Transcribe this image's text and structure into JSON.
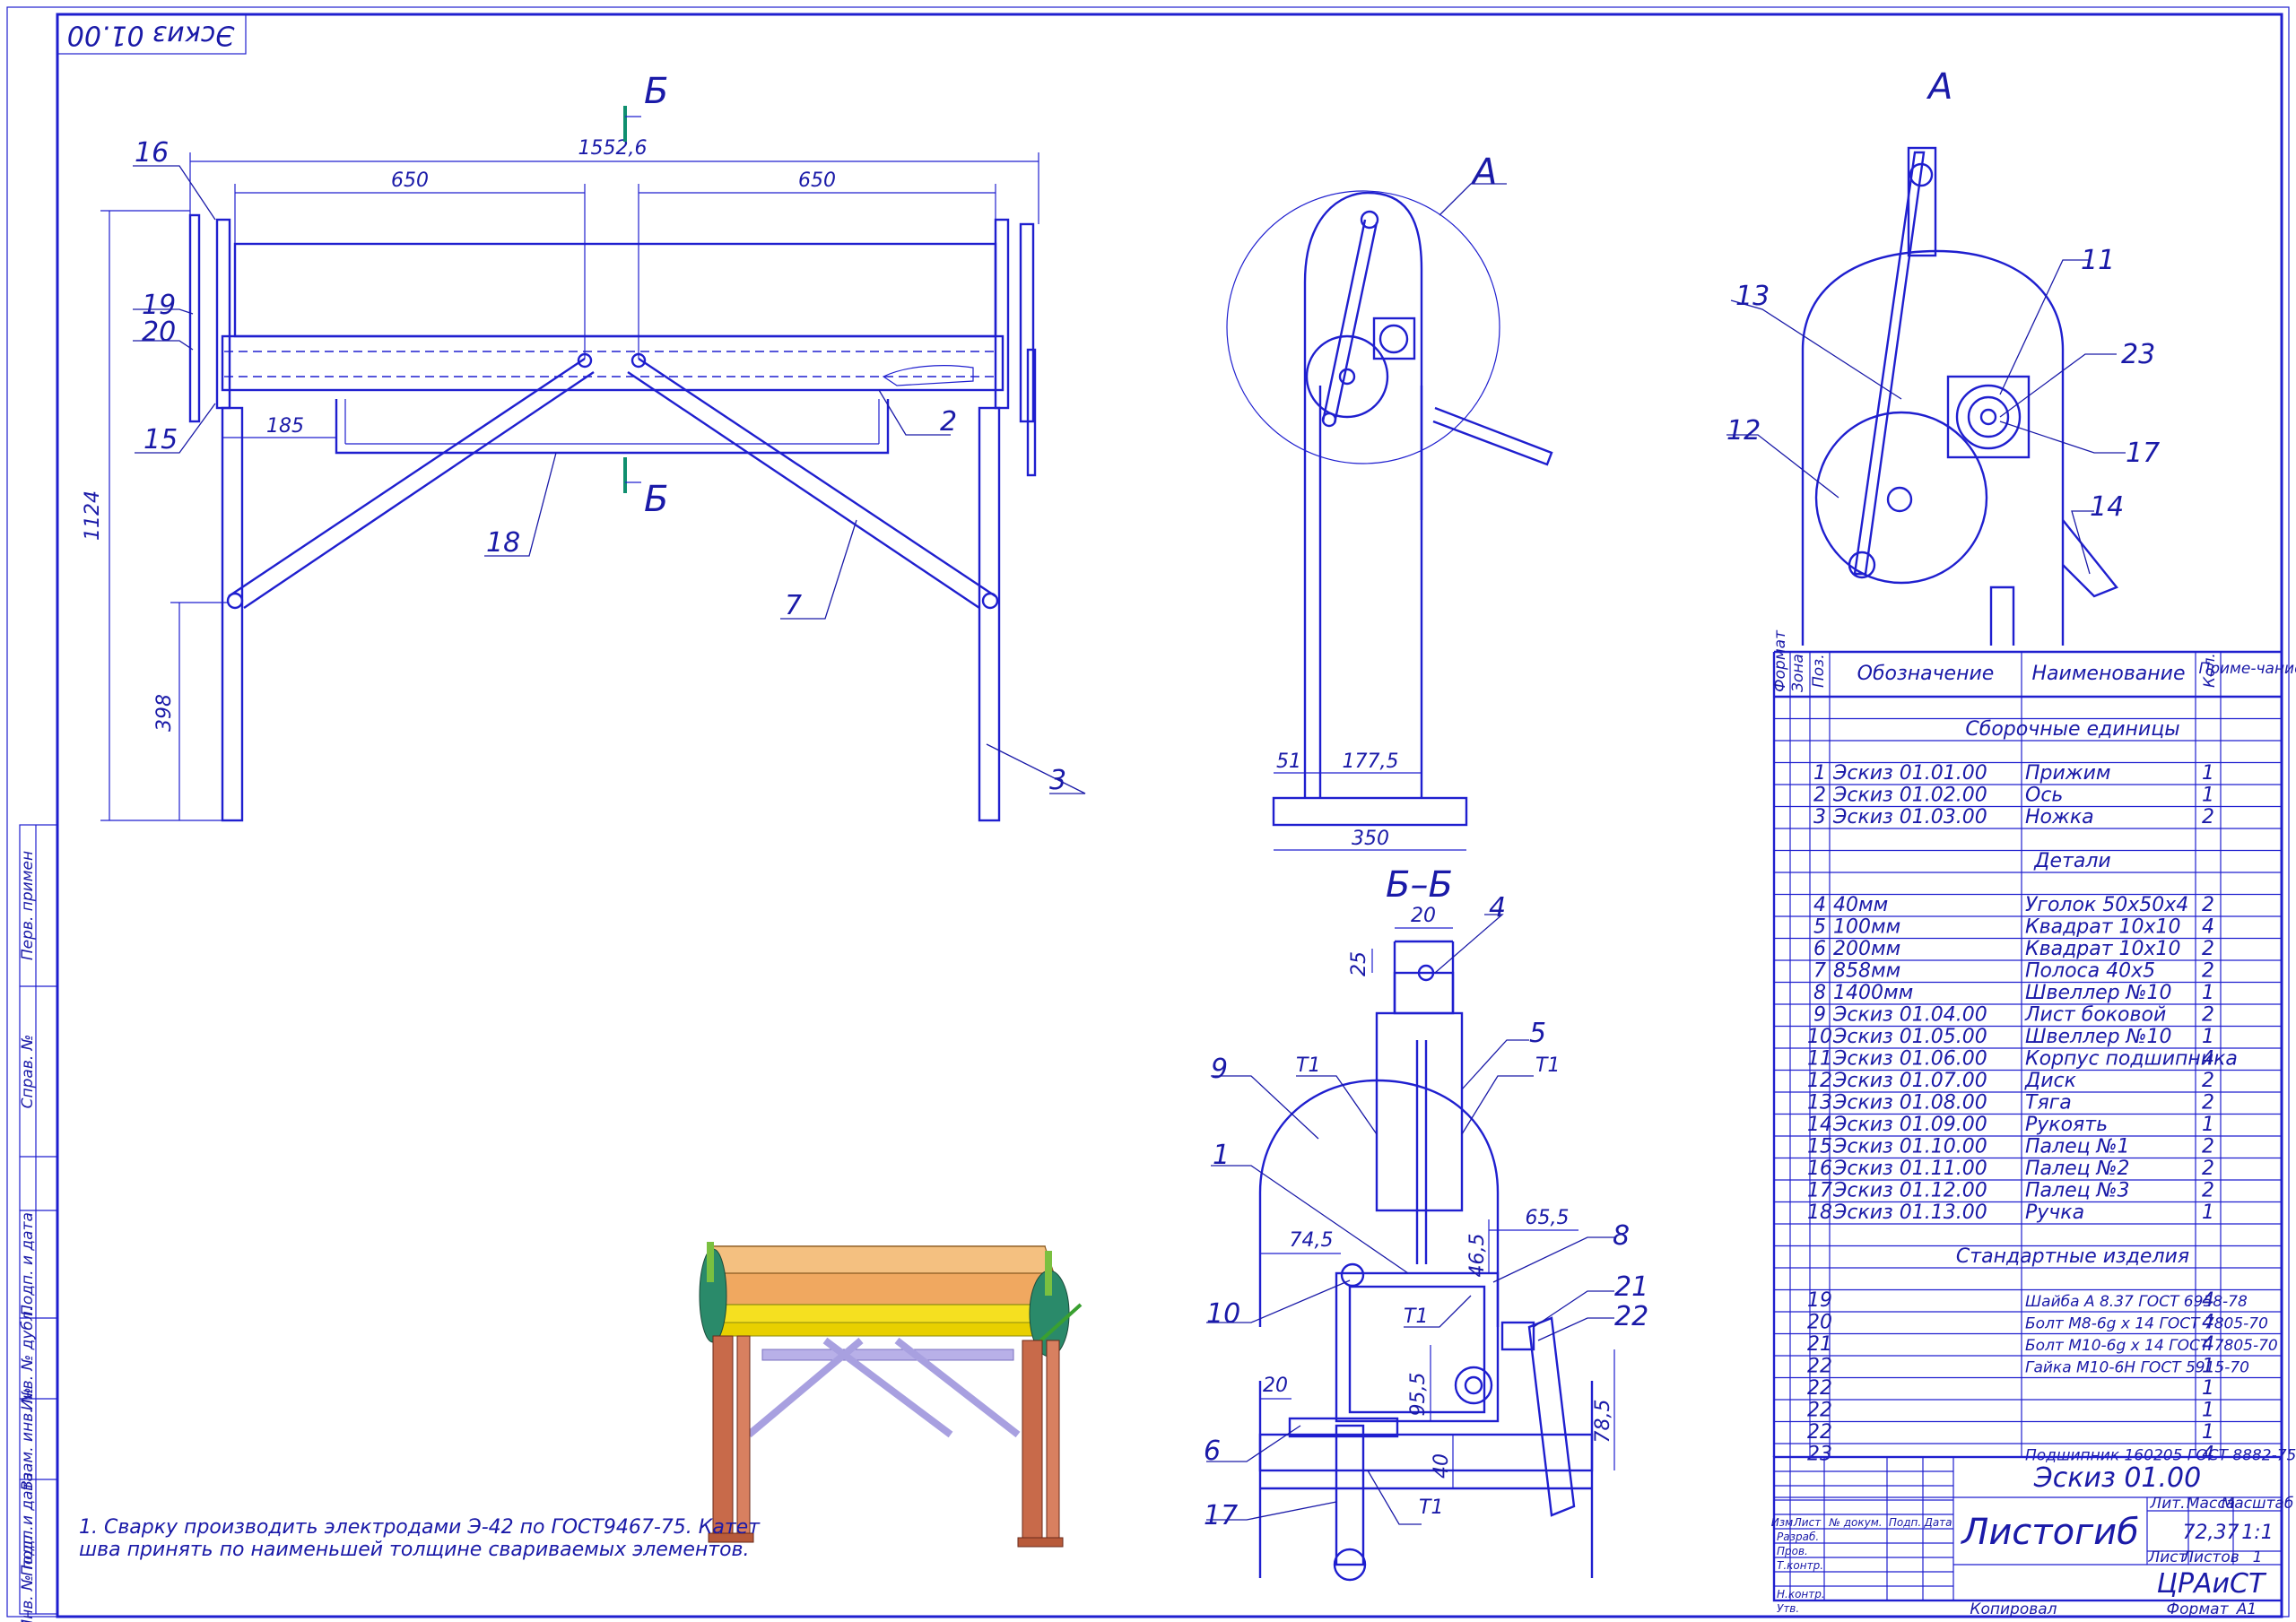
{
  "stamp_code": "Эскиз 01.00",
  "views": {
    "a": "А",
    "b": "Б",
    "section": "Б–Б"
  },
  "dims": {
    "overall": "1552,6",
    "left_span": "650",
    "right_span": "650",
    "height": "1124",
    "left_offset": "185",
    "lower_height": "398",
    "side_51": "51",
    "side_1775": "177,5",
    "side_350": "350",
    "sec_20a": "20",
    "sec_25": "25",
    "sec_745": "74,5",
    "sec_655": "65,5",
    "sec_465": "46,5",
    "sec_20b": "20",
    "sec_955": "95,5",
    "sec_40": "40",
    "sec_785": "78,5"
  },
  "weld_mark": "Т1",
  "callouts": {
    "main": [
      "16",
      "19",
      "20",
      "15",
      "2",
      "18",
      "7",
      "3"
    ],
    "detail_a": [
      "13",
      "11",
      "12",
      "23",
      "17",
      "14"
    ],
    "section": [
      "4",
      "5",
      "9",
      "1",
      "8",
      "10",
      "21",
      "22",
      "6",
      "17"
    ]
  },
  "note": [
    "1. Сварку производить электродами Э-42 по ГОСТ9467-75. Катет",
    "шва принять по наименьшей толщине свариваемых элементов."
  ],
  "sidebar": [
    "Перв. примен",
    "Справ. №",
    "Подп. и дата",
    "Инв. № дубл.",
    "Взам. инв. №",
    "Подп. и дата",
    "Инв. № подл."
  ],
  "table": {
    "headers": {
      "format": "Формат",
      "zone": "Зона",
      "pos": "Поз.",
      "designation": "Обозначение",
      "name": "Наименование",
      "qty": "Кол.",
      "note": "Приме-чание"
    },
    "sections": {
      "assemblies": "Сборочные единицы",
      "details": "Детали",
      "standard": "Стандартные изделия"
    },
    "assemblies": [
      {
        "pos": "1",
        "designation": "Эскиз 01.01.00",
        "name": "Прижим",
        "qty": "1"
      },
      {
        "pos": "2",
        "designation": "Эскиз 01.02.00",
        "name": "Ось",
        "qty": "1"
      },
      {
        "pos": "3",
        "designation": "Эскиз 01.03.00",
        "name": "Ножка",
        "qty": "2"
      }
    ],
    "details": [
      {
        "pos": "4",
        "designation": "40мм",
        "name": "Уголок 50х50х4",
        "qty": "2"
      },
      {
        "pos": "5",
        "designation": "100мм",
        "name": "Квадрат 10х10",
        "qty": "4"
      },
      {
        "pos": "6",
        "designation": "200мм",
        "name": "Квадрат 10х10",
        "qty": "2"
      },
      {
        "pos": "7",
        "designation": "858мм",
        "name": "Полоса 40х5",
        "qty": "2"
      },
      {
        "pos": "8",
        "designation": "1400мм",
        "name": "Швеллер №10",
        "qty": "1"
      },
      {
        "pos": "9",
        "designation": "Эскиз 01.04.00",
        "name": "Лист боковой",
        "qty": "2"
      },
      {
        "pos": "10",
        "designation": "Эскиз 01.05.00",
        "name": "Швеллер №10",
        "qty": "1"
      },
      {
        "pos": "11",
        "designation": "Эскиз 01.06.00",
        "name": "Корпус подшипника",
        "qty": "4"
      },
      {
        "pos": "12",
        "designation": "Эскиз 01.07.00",
        "name": "Диск",
        "qty": "2"
      },
      {
        "pos": "13",
        "designation": "Эскиз 01.08.00",
        "name": "Тяга",
        "qty": "2"
      },
      {
        "pos": "14",
        "designation": "Эскиз 01.09.00",
        "name": "Рукоять",
        "qty": "1"
      },
      {
        "pos": "15",
        "designation": "Эскиз 01.10.00",
        "name": "Палец №1",
        "qty": "2"
      },
      {
        "pos": "16",
        "designation": "Эскиз 01.11.00",
        "name": "Палец №2",
        "qty": "2"
      },
      {
        "pos": "17",
        "designation": "Эскиз 01.12.00",
        "name": "Палец №3",
        "qty": "2"
      },
      {
        "pos": "18",
        "designation": "Эскиз 01.13.00",
        "name": "Ручка",
        "qty": "1"
      }
    ],
    "standard": [
      {
        "pos": "19",
        "designation": "",
        "name": "Шайба А 8.37 ГОСТ 6958-78",
        "qty": "4"
      },
      {
        "pos": "20",
        "designation": "",
        "name": "Болт М8-6g х 14 ГОСТ 7805-70",
        "qty": "4"
      },
      {
        "pos": "21",
        "designation": "",
        "name": "Болт М10-6g х 14 ГОСТ 7805-70",
        "qty": "4"
      },
      {
        "pos": "22",
        "designation": "",
        "name": "Гайка М10-6Н ГОСТ 5915-70",
        "qty": "1"
      },
      {
        "pos": "22",
        "designation": "",
        "name": "",
        "qty": "1"
      },
      {
        "pos": "22",
        "designation": "",
        "name": "",
        "qty": "1"
      },
      {
        "pos": "22",
        "designation": "",
        "name": "",
        "qty": "1"
      },
      {
        "pos": "23",
        "designation": "",
        "name": "Подшипник 160205 ГОСТ 8882-75",
        "qty": "4"
      }
    ]
  },
  "title_block": {
    "code": "Эскиз 01.00",
    "name": "Листогиб",
    "left_rows": [
      "Изм",
      "Лист",
      "№ докум.",
      "Подп.",
      "Дата",
      "Разраб.",
      "Пров.",
      "Т.контр.",
      "Н.контр.",
      "Утв."
    ],
    "lit": "Лит.",
    "mass_label": "Масса",
    "scale_label": "Масштаб",
    "mass": "72,37",
    "scale": "1:1",
    "sheet_label": "Лист",
    "sheets_label": "Листов",
    "sheets": "1",
    "org": "ЦРАиСТ",
    "copied": "Копировал",
    "format_label": "Формат",
    "format": "А1"
  },
  "colors": {
    "line": "#1f1fcf",
    "text": "#1a1aa8",
    "cut": "#0f8f6f"
  }
}
